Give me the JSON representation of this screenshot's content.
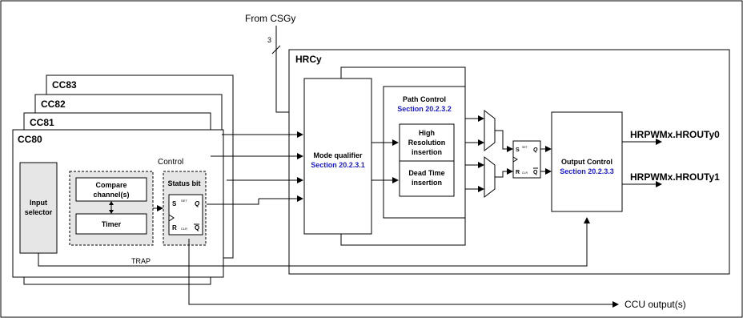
{
  "labels": {
    "from_csg": "From CSGy",
    "bus_width": "3",
    "hrc": "HRCy",
    "cc83": "CC83",
    "cc82": "CC82",
    "cc81": "CC81",
    "cc80": "CC80",
    "control": "Control",
    "input_selector_1": "Input",
    "input_selector_2": "selector",
    "compare_1": "Compare",
    "compare_2": "channel(s)",
    "timer": "Timer",
    "status_bit": "Status bit",
    "ff_s": "S",
    "ff_r": "R",
    "ff_q": "Q",
    "ff_qbar": "Q",
    "ff_set": "SET",
    "ff_clr": "CLR",
    "trap": "TRAP",
    "mode_qualifier": "Mode qualifier",
    "mode_section": "Section 20.2.3.1",
    "path_control": "Path Control",
    "path_section": "Section 20.2.3.2",
    "high_res_1": "High",
    "high_res_2": "Resolution",
    "high_res_3": "insertion",
    "dead_time_1": "Dead Time",
    "dead_time_2": "insertion",
    "output_control": "Output Control",
    "output_section": "Section 20.2.3.3",
    "hrout0": "HRPWMx.HROUTy0",
    "hrout1": "HRPWMx.HROUTy1",
    "ccu_output": "CCU output(s)"
  },
  "colors": {
    "section_link": "#1a1adb",
    "block_fill": "#e6e6e6"
  }
}
